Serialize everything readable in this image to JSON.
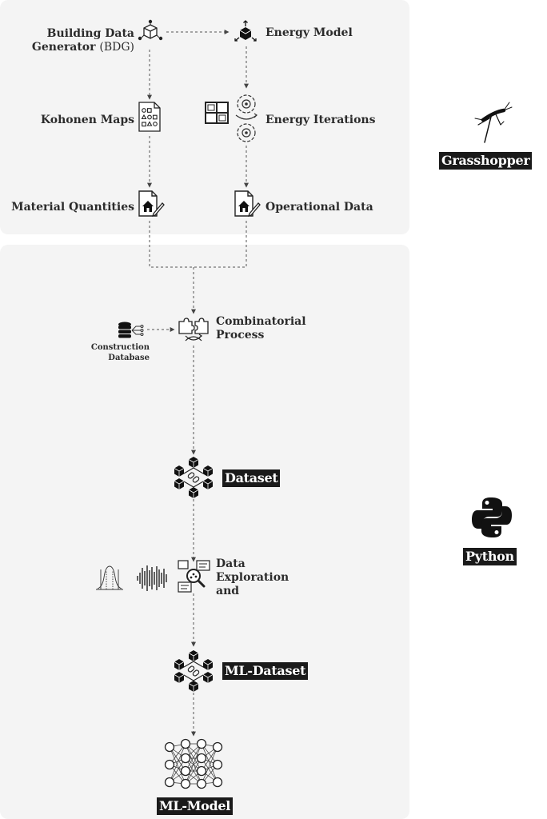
{
  "tools": {
    "grasshopper": "Grasshopper",
    "python": "Python"
  },
  "nodes": {
    "bdg_line1": "Building Data",
    "bdg_line2": "Generator",
    "bdg_abbr": "(BDG)",
    "energy_model": "Energy Model",
    "kohonen": "Kohonen Maps",
    "energy_iterations": "Energy Iterations",
    "material_quantities": "Material Quantities",
    "operational_data": "Operational Data",
    "combinatorial_line1": "Combinatorial",
    "combinatorial_line2": "Process",
    "construction_line1": "Construction",
    "construction_line2": "Database",
    "dataset": "Dataset",
    "exploration_line1": "Data",
    "exploration_line2": "Exploration",
    "exploration_line3": "and",
    "ml_dataset": "ML-Dataset",
    "ml_model": "ML-Model"
  },
  "icons": {
    "bdg": "cube-network-icon",
    "energy_model": "cube-arrows-icon",
    "kohonen": "shapes-document-icon",
    "energy_iterations": "gear-cycle-icon",
    "window_grid": "window-grid-icon",
    "material_quantities": "house-edit-icon",
    "operational_data": "house-edit-icon",
    "construction_database": "database-icon",
    "combinatorial": "puzzle-icon",
    "dataset": "hex-cubes-icon",
    "exploration": "magnifier-chart-icon",
    "ml_dataset": "hex-cubes-icon",
    "ml_model": "neural-network-icon",
    "grasshopper": "grasshopper-icon",
    "python": "python-logo-icon"
  },
  "colors": {
    "panel": "#f4f4f4",
    "label_background": "#1a1a1a"
  }
}
